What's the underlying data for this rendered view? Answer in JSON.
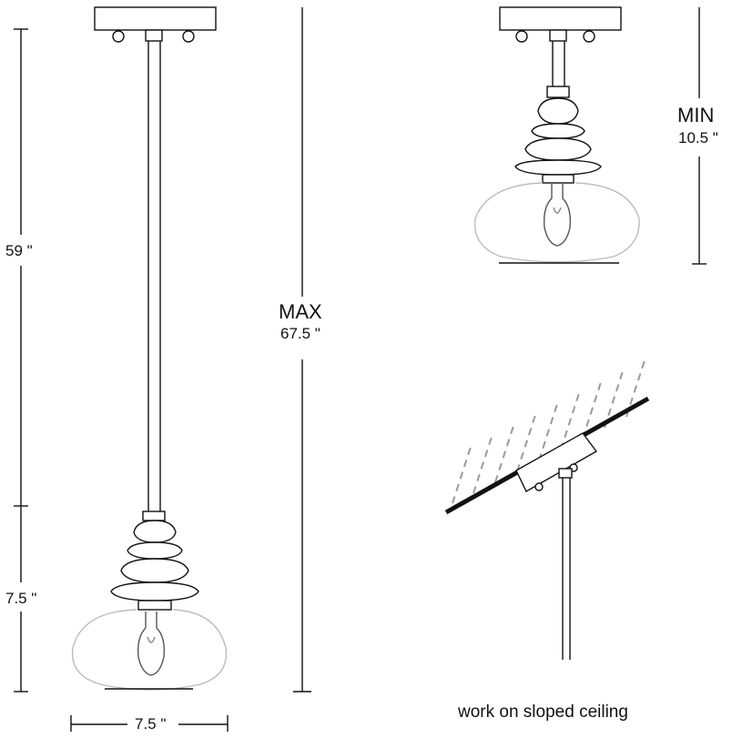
{
  "dimensions": {
    "height_59": "59 \"",
    "height_7_5": "7.5 \"",
    "width_7_5": "7.5 \"",
    "max_label": "MAX",
    "max_value": "67.5 \"",
    "min_label": "MIN",
    "min_value": "10.5 \""
  },
  "caption": "work on sloped ceiling",
  "colors": {
    "line": "#111111",
    "dash": "#9a9a9a",
    "glass": "#bdbdbd"
  }
}
